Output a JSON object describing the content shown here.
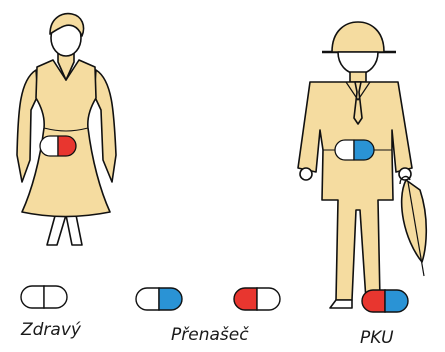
{
  "colors": {
    "skin": "#f5dca0",
    "outline": "#111111",
    "red": "#e8362f",
    "blue": "#2a93d5",
    "white": "#ffffff"
  },
  "figures": [
    {
      "name": "woman",
      "capsule": "white-red"
    },
    {
      "name": "man",
      "capsule": "white-blue"
    }
  ],
  "legend": [
    {
      "label": "Zdravý",
      "capsule": "white-white"
    },
    {
      "label": "Přenašeč",
      "capsule": "white-blue, red-white"
    },
    {
      "label": "PKU",
      "capsule": "red-blue"
    }
  ]
}
